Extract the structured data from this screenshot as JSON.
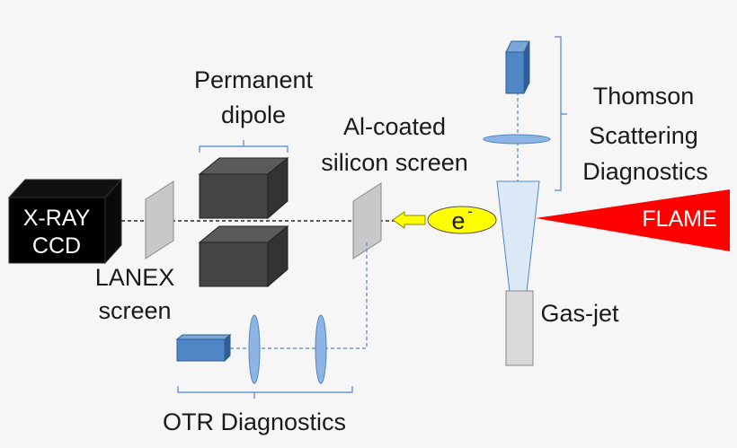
{
  "labels": {
    "xray_line1": "X-RAY",
    "xray_line2": "CCD",
    "lanex_line1": "LANEX",
    "lanex_line2": "screen",
    "dipole_line1": "Permanent",
    "dipole_line2": "dipole",
    "al_line1": "Al-coated",
    "al_line2": "silicon screen",
    "electron": "e",
    "electron_sup": "-",
    "flame": "FLAME",
    "thomson_line1": "Thomson",
    "thomson_line2": "Scattering",
    "thomson_line3": "Diagnostics",
    "gasjet": "Gas-jet",
    "otr": "OTR Diagnostics"
  },
  "colors": {
    "background": "#f6f6f6",
    "ccd_box": "#000000",
    "magnet": "#404040",
    "screen": "#c8c8c8",
    "blue_component": "#4f86c6",
    "lens": "#8eb4e3",
    "electron_fill": "#ffff00",
    "arrow_fill": "#ffff00",
    "flame": "#ff0000",
    "nozzle": "#dbe9f6",
    "gasjet": "#d9d9d9",
    "beamline": "#000000",
    "dashed_blue": "#4f86c6"
  }
}
